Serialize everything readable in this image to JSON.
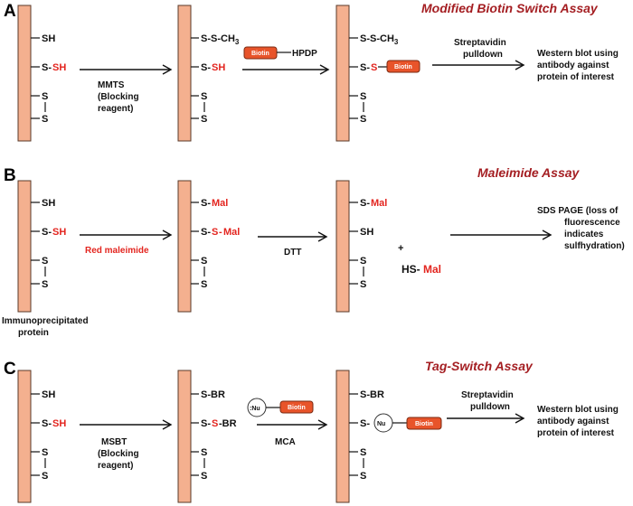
{
  "panels": {
    "A": {
      "letter": "A",
      "title": "Modified Biotin Switch Assay",
      "p1": {
        "sh": "SH",
        "s_prefix": "S-",
        "s_sh": "SH",
        "s1": "S",
        "s2": "S"
      },
      "arrow1": {
        "l1": "MMTS",
        "l2": "(Blocking",
        "l3": "reagent)"
      },
      "p2": {
        "sscH3": "S-S-CH",
        "sub3": "3",
        "s_prefix": "S-",
        "s_sh": "SH",
        "s1": "S",
        "s2": "S"
      },
      "reagent": {
        "biotin": "Biotin",
        "hpdp": "HPDP"
      },
      "p3": {
        "sscH3": "S-S-CH",
        "sub3": "3",
        "s_prefix": "S-",
        "s_red": "S",
        "biotin": "Biotin",
        "s1": "S",
        "s2": "S"
      },
      "arrow3": {
        "l1": "Streptavidin",
        "l2": "pulldown"
      },
      "result": {
        "l1": "Western blot using",
        "l2": "antibody against",
        "l3": "protein of interest"
      }
    },
    "B": {
      "letter": "B",
      "title": "Maleimide Assay",
      "p1": {
        "sh": "SH",
        "s_prefix": "S-",
        "s_sh": "SH",
        "s1": "S",
        "s2": "S"
      },
      "arrow1": {
        "l1": "Red maleimide"
      },
      "caption": {
        "l1": "Immunoprecipitated",
        "l2": "protein"
      },
      "p2": {
        "smal_prefix": "S-",
        "smal": "Mal",
        "ssmal_prefix": "S-",
        "ssmal_s": "S",
        "ssmal_dash": "-",
        "ssmal_mal": "Mal",
        "s1": "S",
        "s2": "S"
      },
      "arrow2": {
        "l1": "DTT"
      },
      "p3": {
        "smal_prefix": "S-",
        "smal": "Mal",
        "sh": "SH",
        "s1": "S",
        "s2": "S"
      },
      "plus": "+",
      "hsmal": {
        "prefix": "HS-",
        "mal": "Mal"
      },
      "result": {
        "l1": "SDS PAGE (loss of",
        "l2": "fluorescence",
        "l3": "indicates",
        "l4": "sulfhydration)"
      }
    },
    "C": {
      "letter": "C",
      "title": "Tag-Switch Assay",
      "p1": {
        "sh": "SH",
        "s_prefix": "S-",
        "s_sh": "SH",
        "s1": "S",
        "s2": "S"
      },
      "arrow1": {
        "l1": "MSBT",
        "l2": "(Blocking",
        "l3": "reagent)"
      },
      "p2": {
        "sbr": "S-BR",
        "s_prefix": "S-",
        "s_red": "S",
        "br": "-BR",
        "s1": "S",
        "s2": "S"
      },
      "reagent": {
        "nu": ":Nu",
        "biotin": "Biotin",
        "mca": "MCA"
      },
      "p3": {
        "sbr": "S-BR",
        "s_prefix": "S-",
        "nu": "Nu",
        "biotin": "Biotin",
        "s1": "S",
        "s2": "S"
      },
      "arrow3": {
        "l1": "Streptavidin",
        "l2": "pulldown"
      },
      "result": {
        "l1": "Western blot using",
        "l2": "antibody against",
        "l3": "protein of interest"
      }
    }
  },
  "colors": {
    "bar": "#f4b08f",
    "red": "#e3251f",
    "title": "#a41e22",
    "biotin": "#e8542a"
  }
}
